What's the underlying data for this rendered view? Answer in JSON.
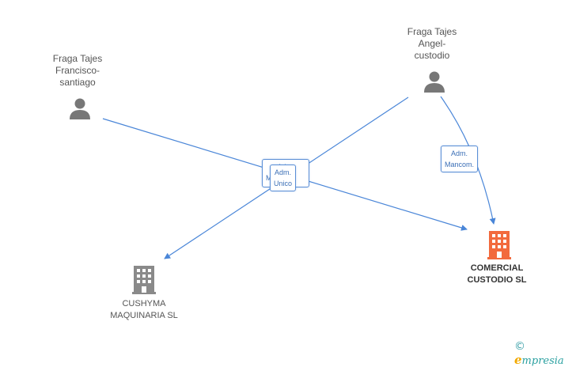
{
  "people": [
    {
      "id": "francisco",
      "lines": [
        "Fraga Tajes",
        "Francisco-",
        "santiago"
      ]
    },
    {
      "id": "angel",
      "lines": [
        "Fraga Tajes",
        "Angel-",
        "custodio"
      ]
    }
  ],
  "companies": [
    {
      "id": "cushyma",
      "lines": [
        "CUSHYMA",
        "MAQUINARIA SL"
      ],
      "color": "#8a8a8a"
    },
    {
      "id": "comercial",
      "lines": [
        "COMERCIAL",
        "CUSTODIO SL"
      ],
      "color": "#f26a3d"
    }
  ],
  "edge_labels": [
    {
      "id": "back",
      "lines": [
        "Adm.",
        "M"
      ]
    },
    {
      "id": "front",
      "lines": [
        "Adm.",
        "Unico"
      ]
    },
    {
      "id": "mancom",
      "lines": [
        "Adm.",
        "Mancom."
      ]
    }
  ],
  "colors": {
    "edge": "#4a86d8",
    "person_icon": "#777777"
  },
  "watermark": {
    "copyright": "©",
    "brand_initial": "e",
    "brand_rest": "mpresia"
  }
}
